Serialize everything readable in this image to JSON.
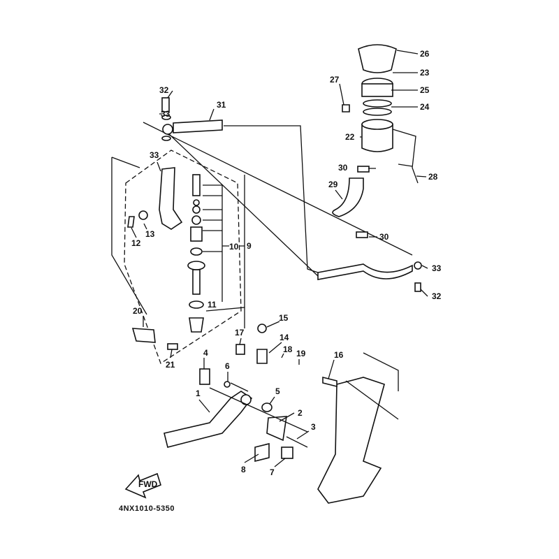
{
  "title_code": "4NX1010-5350",
  "fwd_label": "FWD",
  "labels": [
    {
      "text": "26"
    },
    {
      "text": "23"
    },
    {
      "text": "27"
    },
    {
      "text": "25"
    },
    {
      "text": "24"
    },
    {
      "text": "22"
    },
    {
      "text": "30"
    },
    {
      "text": "28"
    },
    {
      "text": "29"
    },
    {
      "text": "30"
    },
    {
      "text": "32"
    },
    {
      "text": "33"
    },
    {
      "text": "31"
    },
    {
      "text": "33"
    },
    {
      "text": "13"
    },
    {
      "text": "12"
    },
    {
      "text": "10"
    },
    {
      "text": "9"
    },
    {
      "text": "11"
    },
    {
      "text": "33"
    },
    {
      "text": "32"
    },
    {
      "text": "20"
    },
    {
      "text": "15"
    },
    {
      "text": "17"
    },
    {
      "text": "14"
    },
    {
      "text": "18"
    },
    {
      "text": "19"
    },
    {
      "text": "4"
    },
    {
      "text": "6"
    },
    {
      "text": "16"
    },
    {
      "text": "21"
    },
    {
      "text": "1"
    },
    {
      "text": "5"
    },
    {
      "text": "2"
    },
    {
      "text": "3"
    },
    {
      "text": "8"
    },
    {
      "text": "7"
    }
  ]
}
